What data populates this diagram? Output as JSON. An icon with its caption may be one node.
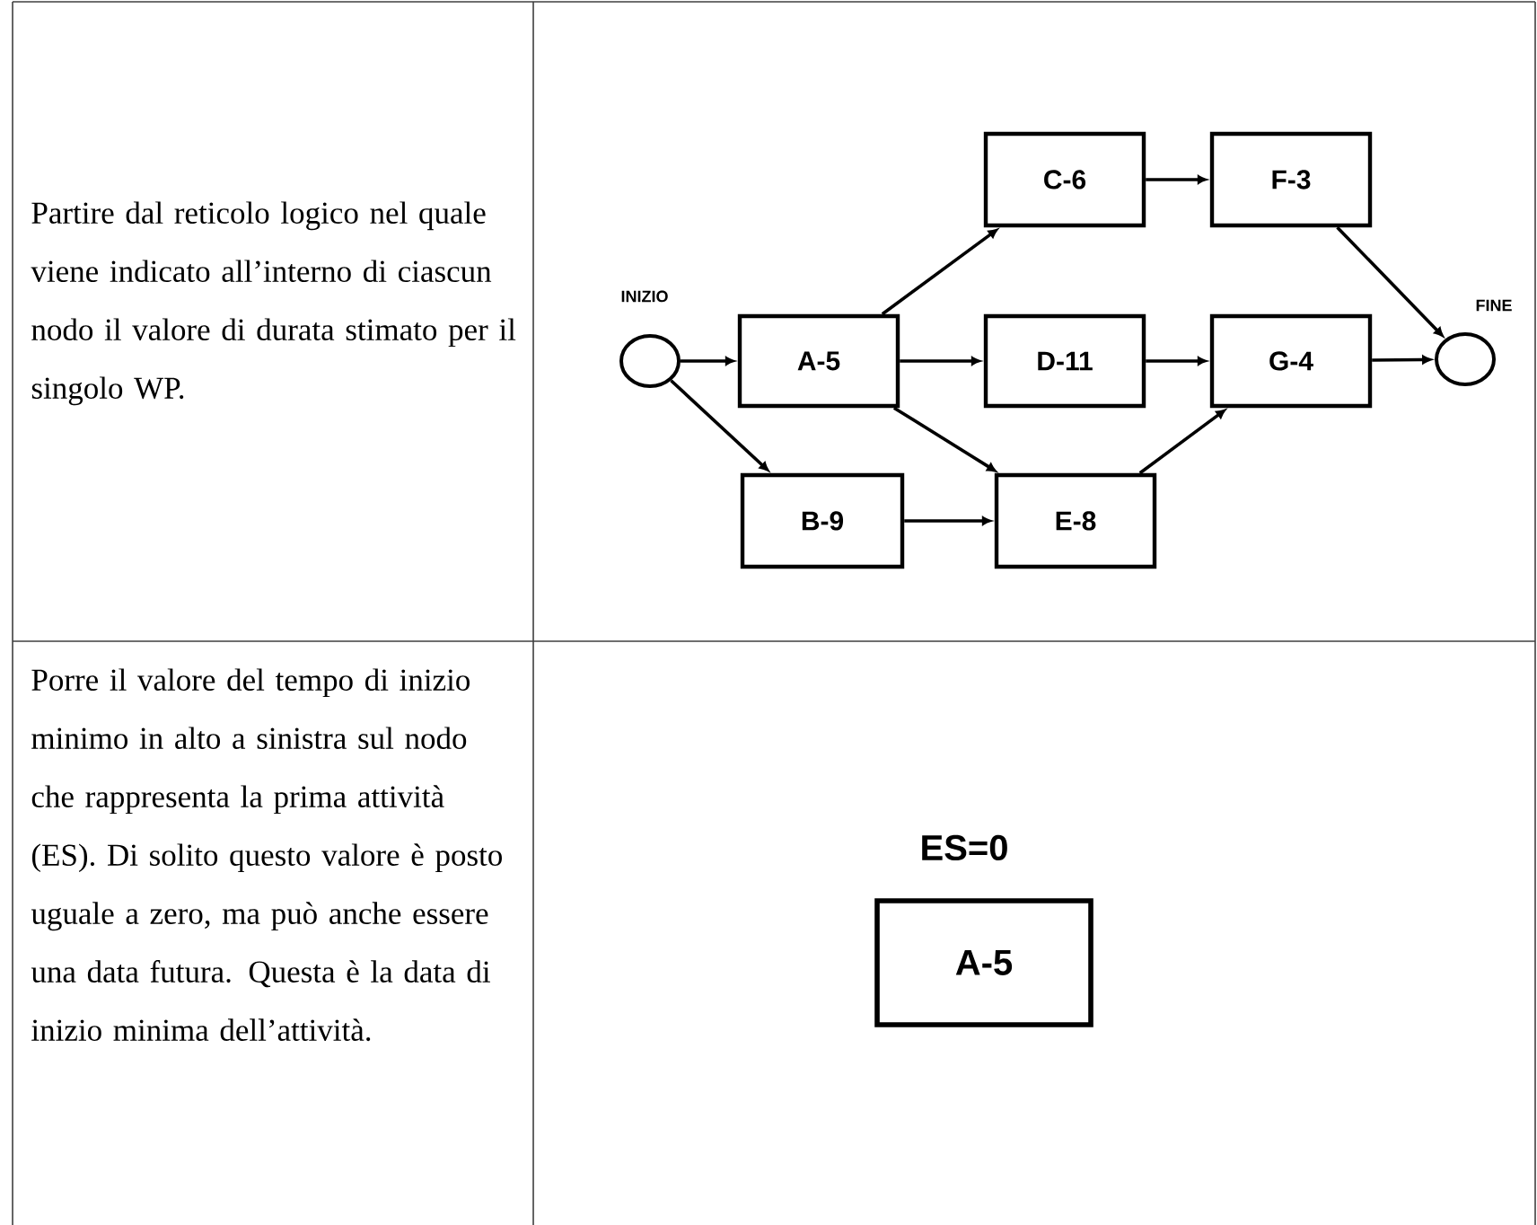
{
  "diagram": {
    "nodes": [
      {
        "text": [
          "INIZIO"
        ]
      },
      {
        "text": [
          "A-5"
        ]
      },
      {
        "text": [
          "B-9"
        ]
      },
      {
        "text": [
          "C-6"
        ]
      },
      {
        "text": [
          "D-11"
        ]
      },
      {
        "text": [
          "E-8"
        ]
      },
      {
        "text": [
          "F-3"
        ]
      },
      {
        "text": [
          "G-4"
        ]
      },
      {
        "text": [
          "FINE"
        ]
      },
      {
        "text": [
          "A-5"
        ],
        "beside": [
          "ES=0"
        ]
      }
    ],
    "edges": [
      {
        "from": 0,
        "to": 1,
        "arrow": "to"
      },
      {
        "from": 0,
        "to": 2,
        "arrow": "to"
      },
      {
        "from": 1,
        "to": 3,
        "arrow": "to"
      },
      {
        "from": 1,
        "to": 4,
        "arrow": "to"
      },
      {
        "from": 1,
        "to": 5,
        "arrow": "to"
      },
      {
        "from": 2,
        "to": 5,
        "arrow": "to"
      },
      {
        "from": 3,
        "to": 6,
        "arrow": "to"
      },
      {
        "from": 4,
        "to": 7,
        "arrow": "to"
      },
      {
        "from": 5,
        "to": 7,
        "arrow": "to"
      },
      {
        "from": 6,
        "to": 8,
        "arrow": "to"
      },
      {
        "from": 7,
        "to": 8,
        "arrow": "to"
      }
    ],
    "labels": [
      "Partire dal reticolo logico nel quale viene indicato all’interno di ciascun nodo il valore di durata stimato per il singolo WP.",
      "Porre il valore del tempo di inizio minimo in alto a sinistra sul nodo che rappresenta la prima attività (ES). Di solito questo valore è posto uguale a zero, ma può anche essere una data futura. Questa è la data di inizio minima dell’attività."
    ]
  }
}
